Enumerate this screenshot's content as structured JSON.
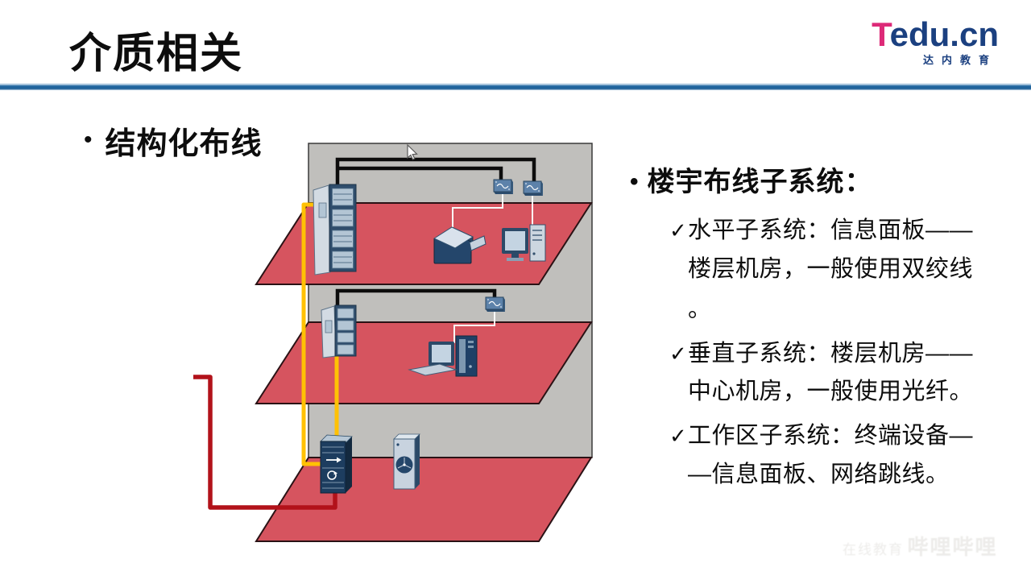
{
  "slide": {
    "title": "介质相关",
    "bullet_glyph": "•",
    "section_bullet": "结构化布线",
    "right_panel": {
      "bullet_glyph": "•",
      "heading": "楼宇布线子系统：",
      "check_glyph": "✓",
      "items": [
        {
          "lines": [
            "水平子系统：信息面板——",
            "楼层机房，一般使用双绞线",
            "。"
          ]
        },
        {
          "lines": [
            "垂直子系统：楼层机房——",
            "中心机房，一般使用光纤。"
          ]
        },
        {
          "lines": [
            "工作区子系统：终端设备—",
            "—信息面板、网络跳线。"
          ]
        }
      ]
    }
  },
  "logo": {
    "brand_t": "T",
    "brand_rest": "edu.cn",
    "tagline": "达内教育"
  },
  "watermark": {
    "text_small": "在线教育",
    "text_large": "哔哩哔哩"
  },
  "diagram": {
    "description": "three-storey building with structured cabling",
    "floors": 3,
    "devices": [
      "floor-rack",
      "wall-plate",
      "printer",
      "desktop-computer",
      "workstation",
      "core-switch",
      "air-conditioner"
    ],
    "colors": {
      "floor_red": "#d6545f",
      "wall_gray": "#c0bfbc",
      "backbone_yellow": "#ffc104",
      "external_link_red": "#b2121a",
      "horizontal_cable_black": "#0d0d0d",
      "patch_cable_white": "#fafafa"
    }
  },
  "accent": {
    "divider_blue": "#2268a2",
    "logo_navy": "#1b4080",
    "logo_pink": "#dd2a78"
  }
}
